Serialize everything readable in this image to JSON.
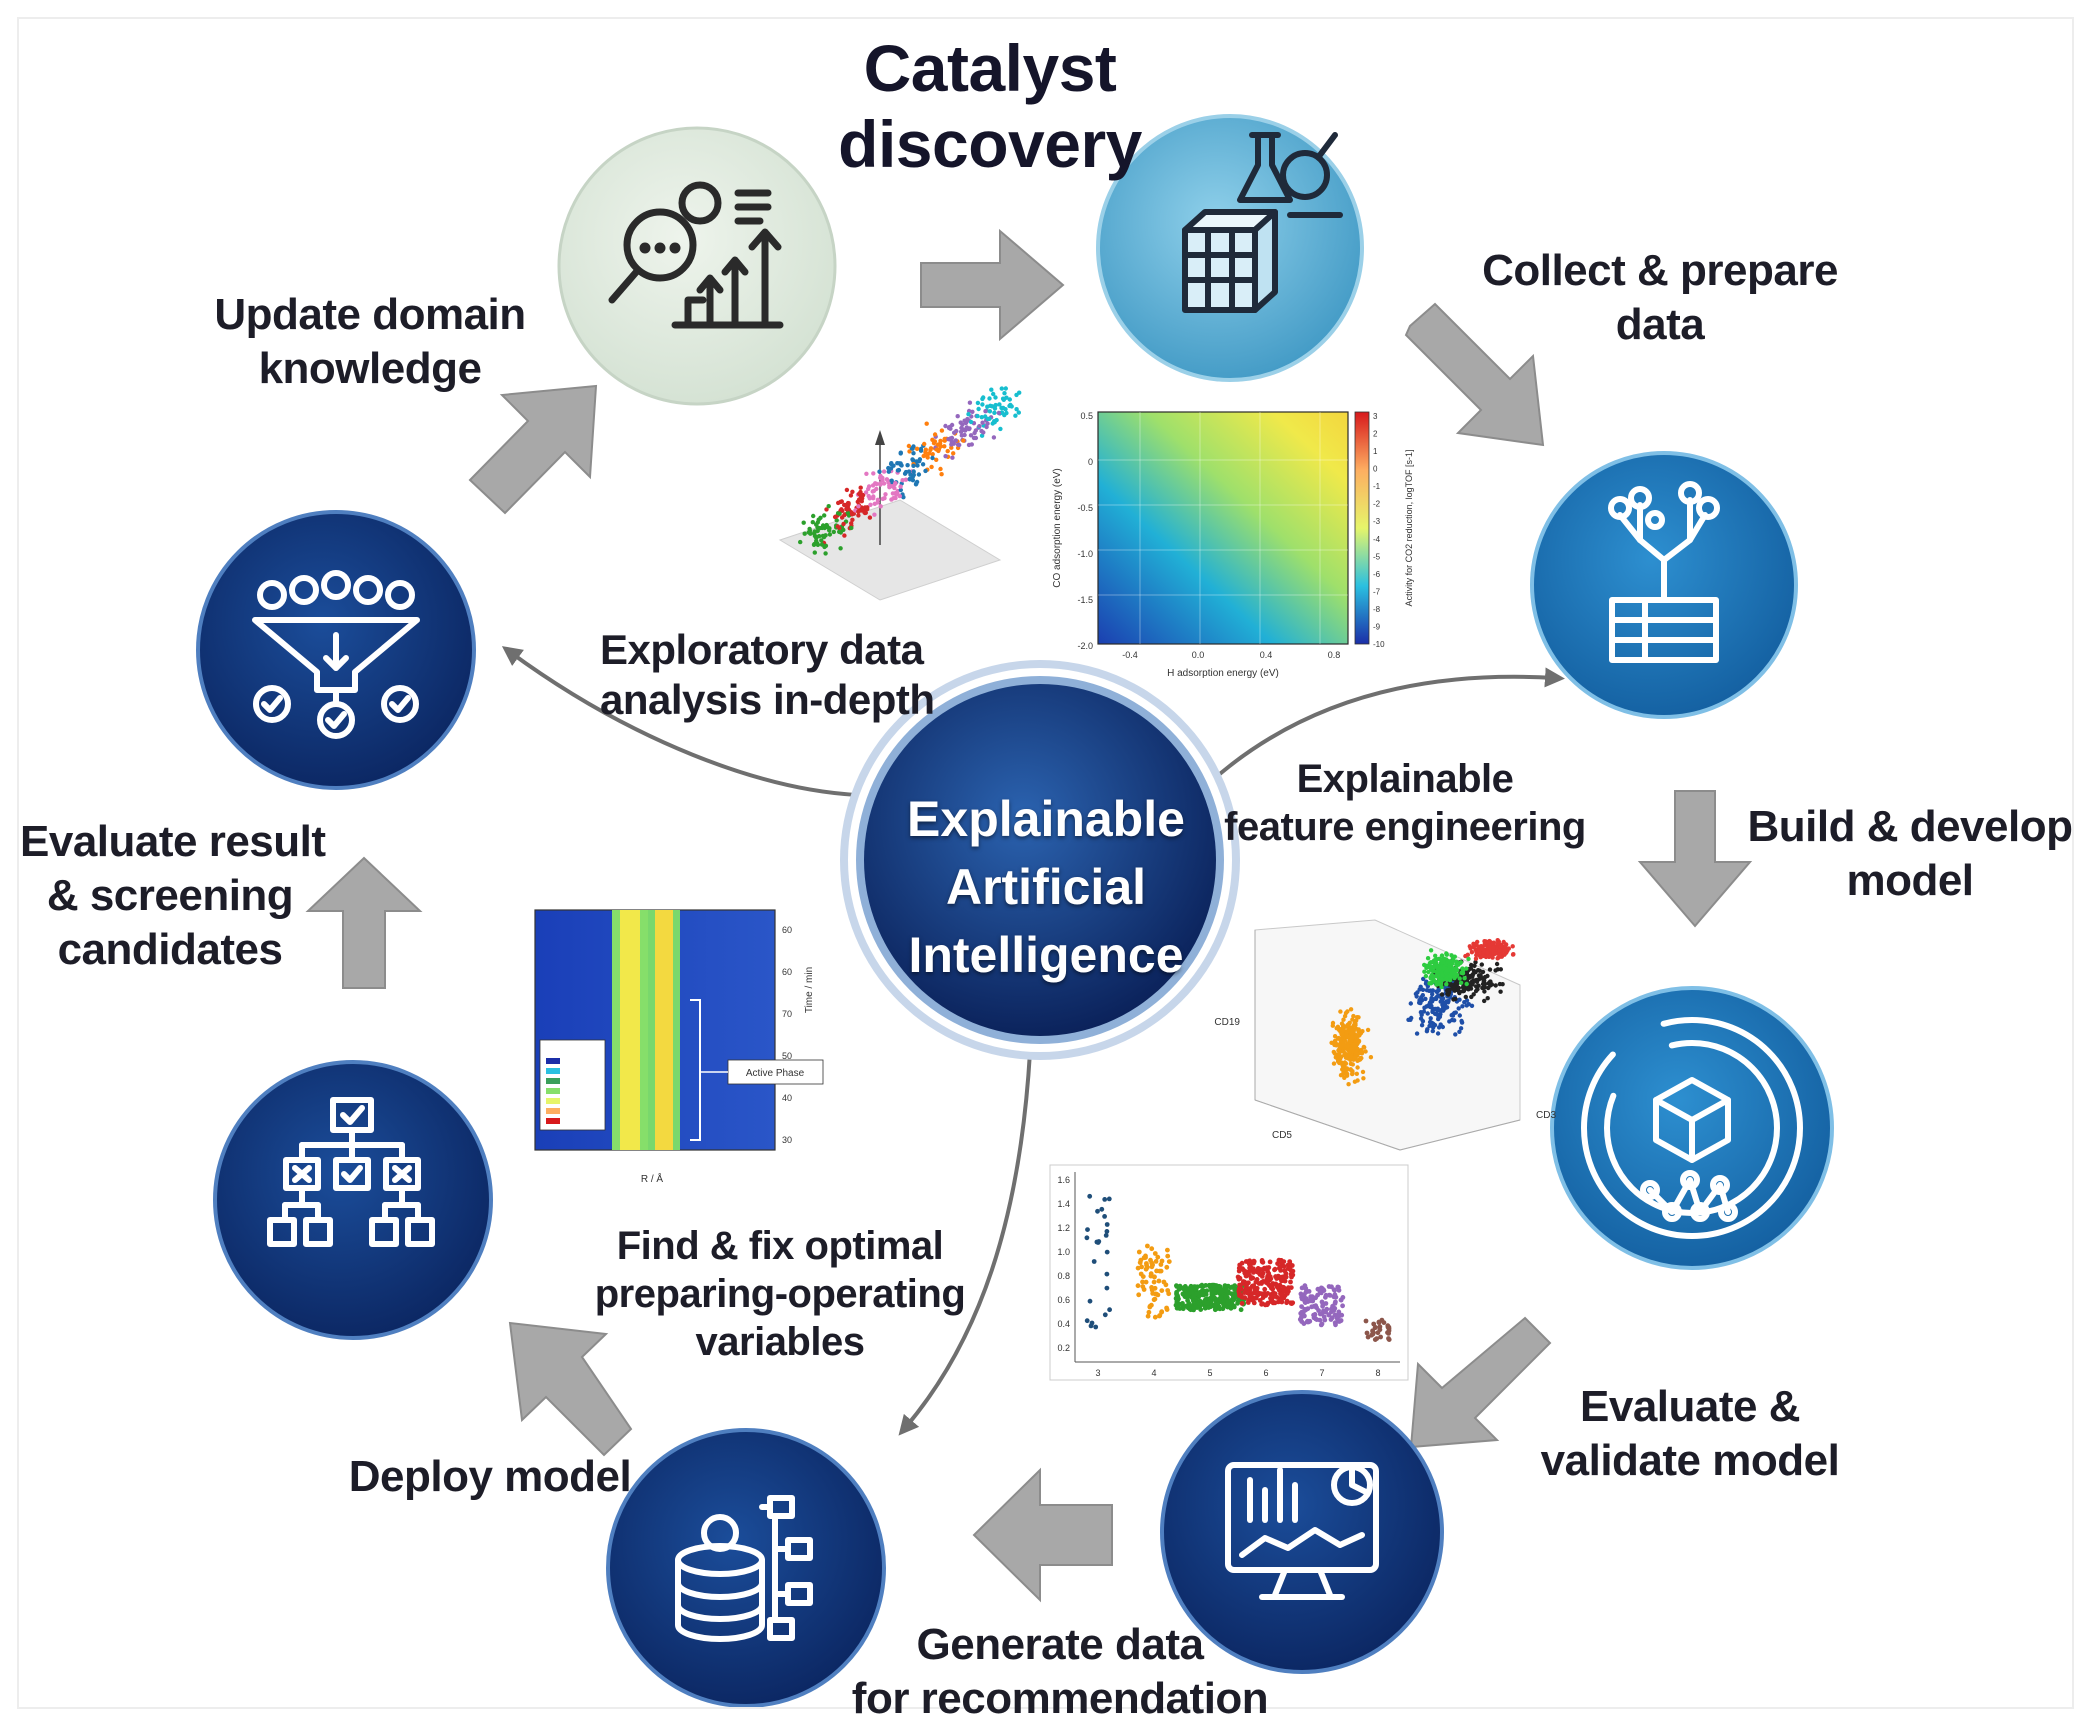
{
  "title": [
    "Catalyst",
    "discovery"
  ],
  "center": [
    "Explainable",
    "Artificial",
    "Intelligence"
  ],
  "steps": {
    "collect": [
      "Collect & prepare",
      "data"
    ],
    "build": [
      "Build & develop",
      "model"
    ],
    "evaluate": [
      "Evaluate &",
      "validate model"
    ],
    "generate": [
      "Generate data",
      "for recommendation"
    ],
    "deploy": [
      "Deploy model"
    ],
    "screening": [
      "Evaluate result",
      "& screening",
      "candidates"
    ],
    "update": [
      "Update domain",
      "knowledge"
    ]
  },
  "inner": {
    "eda": [
      "Exploratory data",
      "analysis in-depth"
    ],
    "feature": [
      "Explainable",
      "feature engineering"
    ],
    "optimal": [
      "Find & fix optimal",
      "preparing-operating",
      "variables"
    ]
  },
  "icons": [
    "research-lab-icon",
    "data-tree-icon",
    "ai-model-cube-icon",
    "analytics-monitor-icon",
    "database-gear-icon",
    "decision-tree-icon",
    "filter-funnel-icon",
    "gear-growth-chart-icon"
  ],
  "colors": {
    "dark_navy": "#0d2d6b",
    "mid_blue": "#1a6db5",
    "light_blue": "#5ab2d6",
    "sage": "#dfe8dc",
    "arrow_gray": "#a6a6a6"
  },
  "charts": {
    "heatmap": {
      "xlabel": "H adsorption energy (eV)",
      "ylabel": "CO adsorption energy (eV)",
      "cbar_label": "Activity for CO2 reduction, logTOF [s-1]",
      "xticks": [
        "-0.4",
        "0.0",
        "0.4",
        "0.8"
      ],
      "yticks": [
        "0.5",
        "0",
        "-0.5",
        "-1.0",
        "-1.5",
        "-2.0"
      ],
      "cticks": [
        "3",
        "2",
        "1",
        "0",
        "-1",
        "-2",
        "-3",
        "-4",
        "-5",
        "-6",
        "-7",
        "-8",
        "-9",
        "-10"
      ]
    },
    "phase": {
      "ylabel": "Time / min",
      "xlabel": "R / Å",
      "annotation": "Active Phase",
      "yticks": [
        "60",
        "60",
        "70",
        "50",
        "40",
        "30"
      ]
    },
    "scatter3d": {
      "xlabel": "CD5",
      "ylabel": "CD19",
      "zlabel": "CD3"
    },
    "swarm": {
      "x": [
        "3",
        "4",
        "5",
        "6",
        "7",
        "8"
      ],
      "yticks": [
        "1.6",
        "1.4",
        "1.2",
        "1.0",
        "0.8",
        "0.6",
        "0.4",
        "0.2"
      ]
    }
  }
}
